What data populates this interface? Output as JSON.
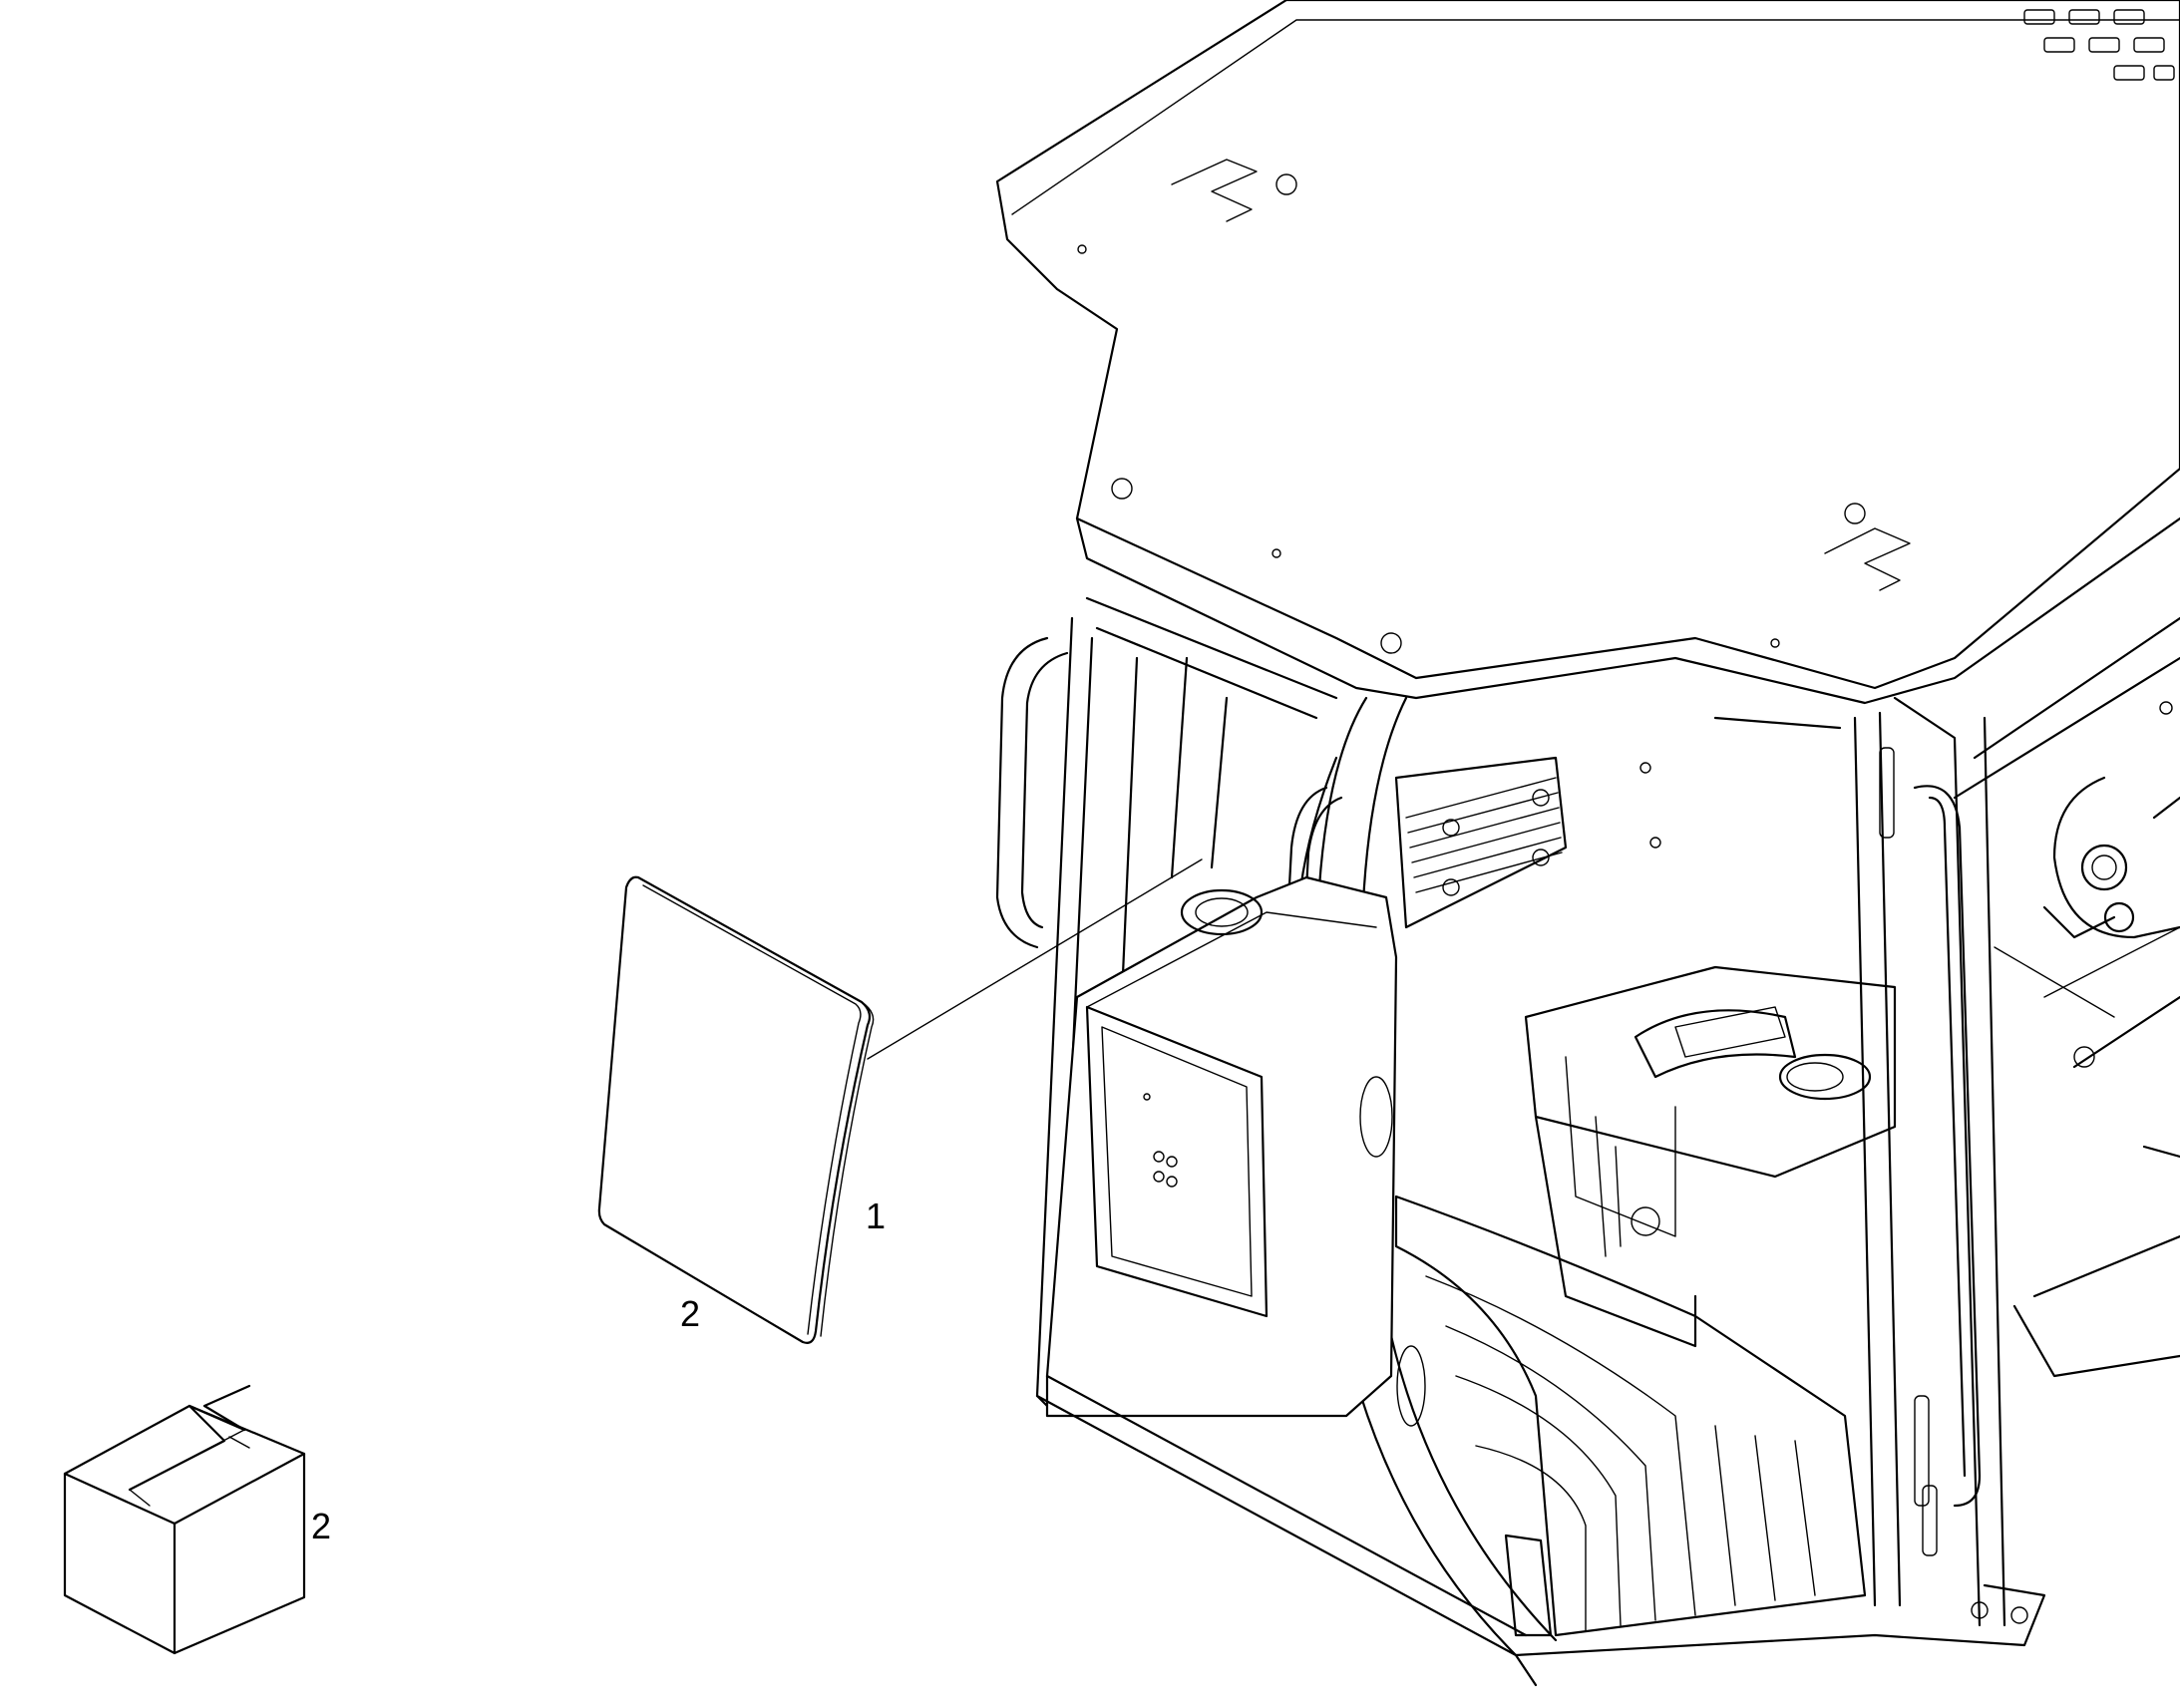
{
  "callouts": {
    "panel_part": "1",
    "panel_quantity": "2",
    "kit_quantity": "2"
  },
  "icons": [
    "glass-panel-icon",
    "cab-frame-illustration",
    "parts-box-icon"
  ],
  "colors": {
    "line": "#000000",
    "background": "#ffffff"
  }
}
